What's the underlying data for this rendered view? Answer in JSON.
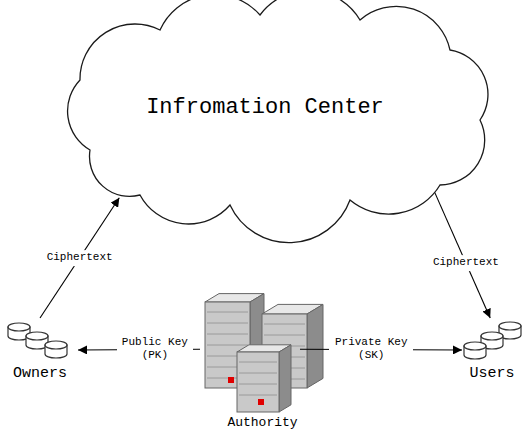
{
  "diagram": {
    "nodes": [
      {
        "text": [
          "Infromation Center"
        ]
      },
      {
        "text": [
          "Owners"
        ]
      },
      {
        "text": [
          "Authority"
        ]
      },
      {
        "text": [
          "Users"
        ]
      }
    ],
    "edges": [
      {
        "from": 1,
        "to": 0,
        "arrow": "to",
        "label": "Ciphertext"
      },
      {
        "from": 0,
        "to": 3,
        "arrow": "to",
        "label": "Ciphertext"
      },
      {
        "from": 2,
        "to": 1,
        "arrow": "to",
        "label": "Public Key (PK)"
      },
      {
        "from": 2,
        "to": 3,
        "arrow": "to",
        "label": "Private Key (SK)"
      }
    ]
  }
}
